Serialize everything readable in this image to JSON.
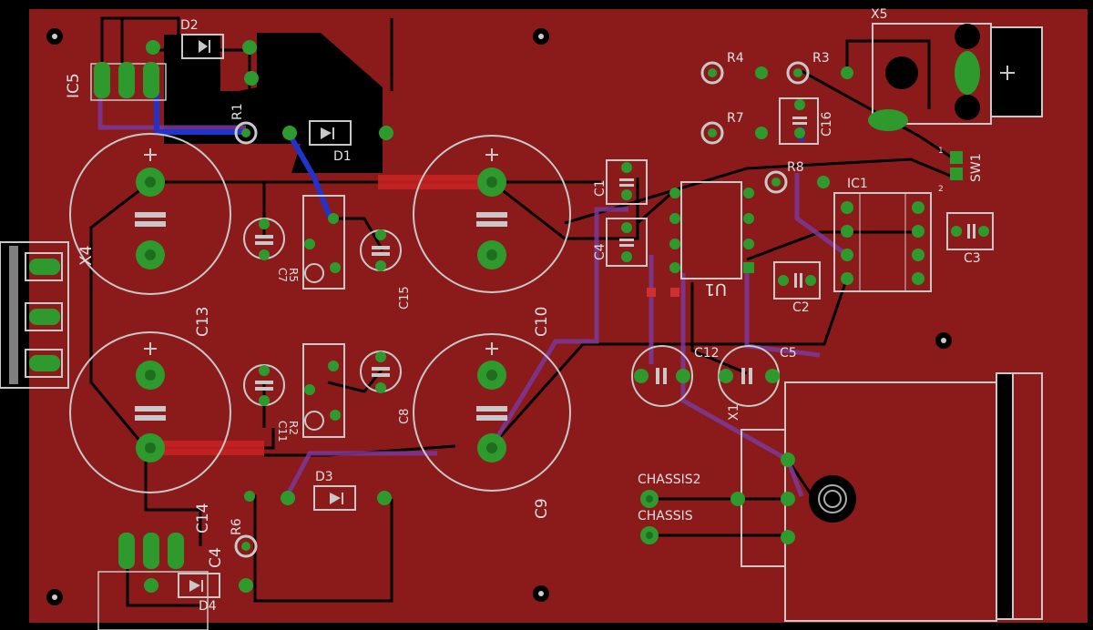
{
  "board": {
    "colors": {
      "background": "#000000",
      "board_fill": "#8b1a1a",
      "silkscreen": "#c8c8c8",
      "pad_green": "#2e9a2e",
      "pad_dark": "#1e6e1e",
      "via_blue": "#2a4bb8",
      "trace_blue": "#2233cc",
      "trace_purple": "#7a3a9a",
      "text": "#e0e0e0",
      "drill_dark": "#111111"
    },
    "labels": {
      "d2": "D2",
      "ic5": "IC5",
      "r1": "R1",
      "d1": "D1",
      "x5": "X5",
      "r4": "R4",
      "r3": "R3",
      "r7": "R7",
      "c16": "C16",
      "sw1": "SW1",
      "sw1_pin1": "1",
      "sw1_pin2": "2",
      "r8": "R8",
      "ic1": "IC1",
      "c1": "C1",
      "c4a": "C4",
      "c3": "C3",
      "c2": "C2",
      "u1": "U1",
      "x4": "X4",
      "c13": "C13",
      "c10": "C10",
      "c7": "C7",
      "r5": "R5",
      "c15": "C15",
      "c12": "C12",
      "c5": "C5",
      "x1": "X1",
      "c11": "C11",
      "r2": "R2",
      "c8": "C8",
      "c14": "C14",
      "d3": "D3",
      "r6": "R6",
      "c4b": "C4",
      "d4": "D4",
      "c9": "C9",
      "chassis2": "CHASSIS2",
      "chassis": "CHASSIS"
    }
  }
}
